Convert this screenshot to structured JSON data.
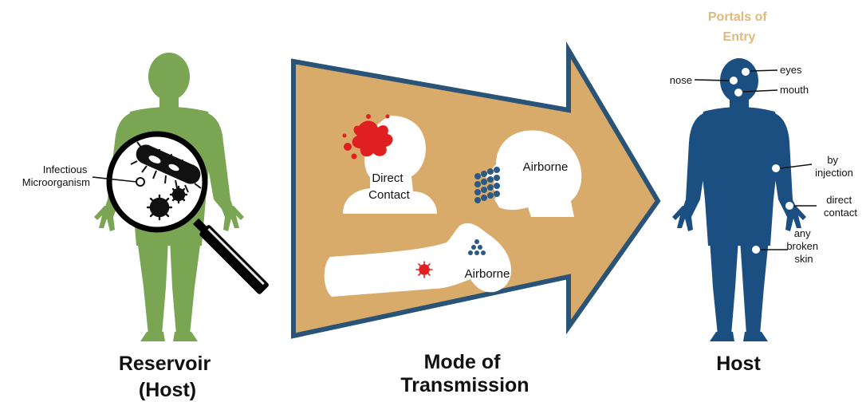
{
  "reservoir": {
    "callout": [
      "Infectious",
      "Microorganism"
    ],
    "title": [
      "Reservoir",
      "(Host)"
    ]
  },
  "transmission": {
    "direct_contact": [
      "Direct",
      "Contact"
    ],
    "airborne_head": "Airborne",
    "airborne_arm": "Airborne",
    "title": [
      "Mode of",
      "Transmission"
    ]
  },
  "host": {
    "portals_title": [
      "Portals of",
      "Entry"
    ],
    "portals": {
      "eyes": [
        "eyes"
      ],
      "nose": [
        "nose"
      ],
      "mouth": [
        "mouth"
      ],
      "injection": [
        "by",
        "injection"
      ],
      "direct_contact": [
        "direct",
        "contact"
      ],
      "broken_skin": [
        "any",
        "broken",
        "skin"
      ]
    },
    "title": "Host"
  },
  "colors": {
    "reservoir_figure": "#7aa552",
    "host_figure": "#1b4f82",
    "arrow_fill": "#d8ab6a",
    "arrow_border": "#2a5378",
    "portals_title": "#e0b878",
    "pathogen_red": "#e02020",
    "droplet_blue": "#2c5a84"
  },
  "icons": [
    "magnifying-glass-icon",
    "bacteria-icon",
    "virus-icon",
    "blood-splatter-icon",
    "droplet-cluster-icon",
    "head-silhouette-icon",
    "arm-silhouette-icon",
    "human-figure-icon"
  ]
}
